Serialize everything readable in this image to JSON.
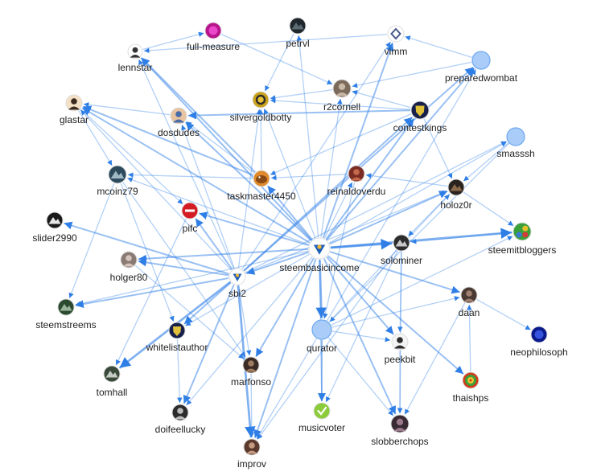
{
  "colors": {
    "edge": "#2f7fe6",
    "plain_node_fill": "#a9cdf8",
    "plain_node_stroke": "#6fa9ef",
    "label": "#222222",
    "background": "#ffffff"
  },
  "nodes": [
    {
      "id": "full-measure",
      "label": "full-measure",
      "kind": "avatar",
      "icon": "magenta-glow-avatar",
      "color": "#b8148c",
      "color2": "#f04cd0"
    },
    {
      "id": "petrvl",
      "label": "petrvl",
      "kind": "avatar",
      "icon": "dark-photo-avatar",
      "color": "#1f262c",
      "color2": "#5a6b72"
    },
    {
      "id": "vimm",
      "label": "vimm",
      "kind": "avatar",
      "icon": "diamond-logo-avatar",
      "color": "#ffffff",
      "color2": "#4a5a8a"
    },
    {
      "id": "lennstar",
      "label": "lennstar",
      "kind": "avatar",
      "icon": "sketch-face-avatar",
      "color": "#ffffff",
      "color2": "#333333"
    },
    {
      "id": "preparedwombat",
      "label": "preparedwombat",
      "kind": "plain"
    },
    {
      "id": "r2cornell",
      "label": "r2cornell",
      "kind": "avatar",
      "icon": "portrait-avatar",
      "color": "#7c6a5a",
      "color2": "#c9b8a6"
    },
    {
      "id": "glastar",
      "label": "glastar",
      "kind": "avatar",
      "icon": "cartoon-face-avatar",
      "color": "#f4e0c4",
      "color2": "#3a2a20"
    },
    {
      "id": "silvergoldbotty",
      "label": "silvergoldbotty",
      "kind": "avatar",
      "icon": "gold-coin-avatar",
      "color": "#c9a21a",
      "color2": "#2c2c2c"
    },
    {
      "id": "contestkings",
      "label": "contestkings",
      "kind": "avatar",
      "icon": "crown-shield-avatar",
      "color": "#16204a",
      "color2": "#e1c13a"
    },
    {
      "id": "dosdudes",
      "label": "dosdudes",
      "kind": "avatar",
      "icon": "cartoon-duo-avatar",
      "color": "#e8c4a0",
      "color2": "#4a6da8"
    },
    {
      "id": "smasssh",
      "label": "smasssh",
      "kind": "plain"
    },
    {
      "id": "mcoinz79",
      "label": "mcoinz79",
      "kind": "avatar",
      "icon": "mech-avatar",
      "color": "#2c4a5c",
      "color2": "#9fb8c4"
    },
    {
      "id": "taskmaster4450",
      "label": "taskmaster4450",
      "kind": "avatar",
      "icon": "orange-creature-avatar",
      "color": "#e08a2c",
      "color2": "#8a4a16"
    },
    {
      "id": "reinaldoverdu",
      "label": "reinaldoverdu",
      "kind": "avatar",
      "icon": "portrait-avatar",
      "color": "#7a2c24",
      "color2": "#c46a4a"
    },
    {
      "id": "holoz0r",
      "label": "holoz0r",
      "kind": "avatar",
      "icon": "dark-photo-avatar",
      "color": "#2a2420",
      "color2": "#8a6a4a"
    },
    {
      "id": "slider2990",
      "label": "slider2990",
      "kind": "avatar",
      "icon": "animal-silhouette-avatar",
      "color": "#1a1a1a",
      "color2": "#e6e6e6"
    },
    {
      "id": "pifc",
      "label": "pifc",
      "kind": "avatar",
      "icon": "red-badge-avatar",
      "color": "#d41c24",
      "color2": "#ffffff"
    },
    {
      "id": "solominer",
      "label": "solominer",
      "kind": "avatar",
      "icon": "mining-rock-avatar",
      "color": "#2c2c2c",
      "color2": "#c8c8c8"
    },
    {
      "id": "steemitbloggers",
      "label": "steemitbloggers",
      "kind": "avatar",
      "icon": "clover-logo-avatar",
      "color": "#3aa03a",
      "color2": "#3a7ad4"
    },
    {
      "id": "holger80",
      "label": "holger80",
      "kind": "avatar",
      "icon": "portrait-avatar",
      "color": "#8a7a74",
      "color2": "#d4c4bc"
    },
    {
      "id": "steembasicincome",
      "label": "steembasicincome",
      "kind": "avatar",
      "icon": "sbi-logo-avatar",
      "color": "#ffffff",
      "color2": "#1f5fb8"
    },
    {
      "id": "sbi2",
      "label": "sbi2",
      "kind": "avatar",
      "icon": "sbi-logo-avatar",
      "color": "#ffffff",
      "color2": "#1f5fb8"
    },
    {
      "id": "daan",
      "label": "daan",
      "kind": "avatar",
      "icon": "portrait-avatar",
      "color": "#4a3a34",
      "color2": "#a08070"
    },
    {
      "id": "steemstreems",
      "label": "steemstreems",
      "kind": "avatar",
      "icon": "landscape-avatar",
      "color": "#2c4a30",
      "color2": "#9ab49c"
    },
    {
      "id": "qurator",
      "label": "qurator",
      "kind": "plain"
    },
    {
      "id": "whitelistauthor",
      "label": "whitelistauthor",
      "kind": "avatar",
      "icon": "crown-shield-avatar",
      "color": "#16204a",
      "color2": "#e1c13a"
    },
    {
      "id": "neophilosoph",
      "label": "neophilosoph",
      "kind": "avatar",
      "icon": "blue-glow-avatar",
      "color": "#0a1a8a",
      "color2": "#3a5ae6"
    },
    {
      "id": "peekbit",
      "label": "peekbit",
      "kind": "avatar",
      "icon": "portrait-avatar",
      "color": "#f4f4f4",
      "color2": "#2c2c2c"
    },
    {
      "id": "tomhall",
      "label": "tomhall",
      "kind": "avatar",
      "icon": "landscape-avatar",
      "color": "#3a4a3a",
      "color2": "#c4ccc4"
    },
    {
      "id": "marfonso",
      "label": "marfonso",
      "kind": "avatar",
      "icon": "portrait-avatar",
      "color": "#3a2c24",
      "color2": "#a07c60"
    },
    {
      "id": "thaishps",
      "label": "thaishps",
      "kind": "avatar",
      "icon": "mandala-avatar",
      "color": "#d43a1a",
      "color2": "#3aa03a"
    },
    {
      "id": "doifeellucky",
      "label": "doifeellucky",
      "kind": "avatar",
      "icon": "portrait-avatar",
      "color": "#2c2c2c",
      "color2": "#bcbcbc"
    },
    {
      "id": "musicvoter",
      "label": "musicvoter",
      "kind": "avatar",
      "icon": "checkmark-avatar",
      "color": "#8ccc3a",
      "color2": "#ffffff"
    },
    {
      "id": "slobberchops",
      "label": "slobberchops",
      "kind": "avatar",
      "icon": "portrait-avatar",
      "color": "#3a2a34",
      "color2": "#9a7a8a"
    },
    {
      "id": "improv",
      "label": "improv",
      "kind": "avatar",
      "icon": "portrait-avatar",
      "color": "#5a3a2c",
      "color2": "#c49a80"
    }
  ],
  "edges": [
    [
      "steembasicincome",
      "solominer",
      3
    ],
    [
      "steembasicincome",
      "steemitbloggers",
      3
    ],
    [
      "steembasicincome",
      "daan",
      2
    ],
    [
      "steembasicincome",
      "qurator",
      3
    ],
    [
      "steembasicincome",
      "peekbit",
      2
    ],
    [
      "steembasicincome",
      "thaishps",
      2
    ],
    [
      "steembasicincome",
      "slobberchops",
      2
    ],
    [
      "steembasicincome",
      "marfonso",
      2
    ],
    [
      "steembasicincome",
      "improv",
      2
    ],
    [
      "steembasicincome",
      "musicvoter",
      1
    ],
    [
      "steembasicincome",
      "doifeellucky",
      1
    ],
    [
      "steembasicincome",
      "sbi2",
      2
    ],
    [
      "steembasicincome",
      "holger80",
      2
    ],
    [
      "steembasicincome",
      "pifc",
      2
    ],
    [
      "steembasicincome",
      "taskmaster4450",
      2
    ],
    [
      "steembasicincome",
      "dosdudes",
      2
    ],
    [
      "steembasicincome",
      "lennstar",
      2
    ],
    [
      "steembasicincome",
      "glastar",
      2
    ],
    [
      "steembasicincome",
      "mcoinz79",
      1
    ],
    [
      "steembasicincome",
      "silvergoldbotty",
      1
    ],
    [
      "steembasicincome",
      "r2cornell",
      1
    ],
    [
      "steembasicincome",
      "vimm",
      2
    ],
    [
      "steembasicincome",
      "preparedwombat",
      2
    ],
    [
      "steembasicincome",
      "contestkings",
      2
    ],
    [
      "steembasicincome",
      "holoz0r",
      2
    ],
    [
      "steembasicincome",
      "smasssh",
      1
    ],
    [
      "steembasicincome",
      "reinaldoverdu",
      1
    ],
    [
      "steembasicincome",
      "petrvl",
      1
    ],
    [
      "steembasicincome",
      "steemstreems",
      1
    ],
    [
      "steembasicincome",
      "whitelistauthor",
      1
    ],
    [
      "sbi2",
      "whitelistauthor",
      2
    ],
    [
      "sbi2",
      "tomhall",
      3
    ],
    [
      "sbi2",
      "steemstreems",
      2
    ],
    [
      "sbi2",
      "slider2990",
      2
    ],
    [
      "sbi2",
      "holger80",
      2
    ],
    [
      "sbi2",
      "pifc",
      2
    ],
    [
      "sbi2",
      "improv",
      3
    ],
    [
      "sbi2",
      "doifeellucky",
      2
    ],
    [
      "sbi2",
      "marfonso",
      1
    ],
    [
      "sbi2",
      "preparedwombat",
      2
    ],
    [
      "sbi2",
      "contestkings",
      2
    ],
    [
      "sbi2",
      "vimm",
      1
    ],
    [
      "sbi2",
      "silvergoldbotty",
      1
    ],
    [
      "sbi2",
      "holoz0r",
      1
    ],
    [
      "sbi2",
      "dosdudes",
      1
    ],
    [
      "sbi2",
      "lennstar",
      1
    ],
    [
      "sbi2",
      "smasssh",
      1
    ],
    [
      "sbi2",
      "glastar",
      1
    ],
    [
      "qurator",
      "musicvoter",
      2
    ],
    [
      "qurator",
      "preparedwombat",
      1
    ],
    [
      "qurator",
      "holoz0r",
      1
    ],
    [
      "qurator",
      "daan",
      1
    ],
    [
      "qurator",
      "slobberchops",
      1
    ],
    [
      "qurator",
      "steemitbloggers",
      1
    ],
    [
      "qurator",
      "improv",
      1
    ],
    [
      "qurator",
      "peekbit",
      1
    ],
    [
      "taskmaster4450",
      "lennstar",
      2
    ],
    [
      "taskmaster4450",
      "glastar",
      2
    ],
    [
      "taskmaster4450",
      "dosdudes",
      1
    ],
    [
      "taskmaster4450",
      "mcoinz79",
      1
    ],
    [
      "taskmaster4450",
      "silvergoldbotty",
      1
    ],
    [
      "contestkings",
      "dosdudes",
      2
    ],
    [
      "contestkings",
      "r2cornell",
      1
    ],
    [
      "contestkings",
      "holoz0r",
      1
    ],
    [
      "contestkings",
      "silvergoldbotty",
      1
    ],
    [
      "contestkings",
      "taskmaster4450",
      1
    ],
    [
      "vimm",
      "lennstar",
      1
    ],
    [
      "preparedwombat",
      "vimm",
      1
    ],
    [
      "preparedwombat",
      "r2cornell",
      1
    ],
    [
      "smasssh",
      "holoz0r",
      1
    ],
    [
      "smasssh",
      "qurator",
      1
    ],
    [
      "holoz0r",
      "steemitbloggers",
      1
    ],
    [
      "holoz0r",
      "solominer",
      1
    ],
    [
      "holoz0r",
      "reinaldoverdu",
      1
    ],
    [
      "solominer",
      "slobberchops",
      1
    ],
    [
      "solominer",
      "peekbit",
      1
    ],
    [
      "solominer",
      "improv",
      1
    ],
    [
      "solominer",
      "musicvoter",
      1
    ],
    [
      "glastar",
      "mcoinz79",
      1
    ],
    [
      "glastar",
      "pifc",
      1
    ],
    [
      "lennstar",
      "full-measure",
      1
    ],
    [
      "petrvl",
      "silvergoldbotty",
      1
    ],
    [
      "mcoinz79",
      "whitelistauthor",
      1
    ],
    [
      "mcoinz79",
      "marfonso",
      1
    ],
    [
      "mcoinz79",
      "steemstreems",
      1
    ],
    [
      "pifc",
      "tomhall",
      1
    ],
    [
      "holger80",
      "marfonso",
      1
    ],
    [
      "reinaldoverdu",
      "taskmaster4450",
      1
    ],
    [
      "reinaldoverdu",
      "qurator",
      1
    ],
    [
      "daan",
      "neophilosoph",
      1
    ],
    [
      "daan",
      "slobberchops",
      1
    ],
    [
      "peekbit",
      "slobberchops",
      1
    ],
    [
      "thaishps",
      "daan",
      1
    ],
    [
      "dosdudes",
      "glastar",
      1
    ],
    [
      "r2cornell",
      "silvergoldbotty",
      1
    ],
    [
      "full-measure",
      "r2cornell",
      1
    ],
    [
      "steemitbloggers",
      "solominer",
      1
    ],
    [
      "whitelistauthor",
      "doifeellucky",
      1
    ],
    [
      "marfonso",
      "improv",
      1
    ]
  ]
}
